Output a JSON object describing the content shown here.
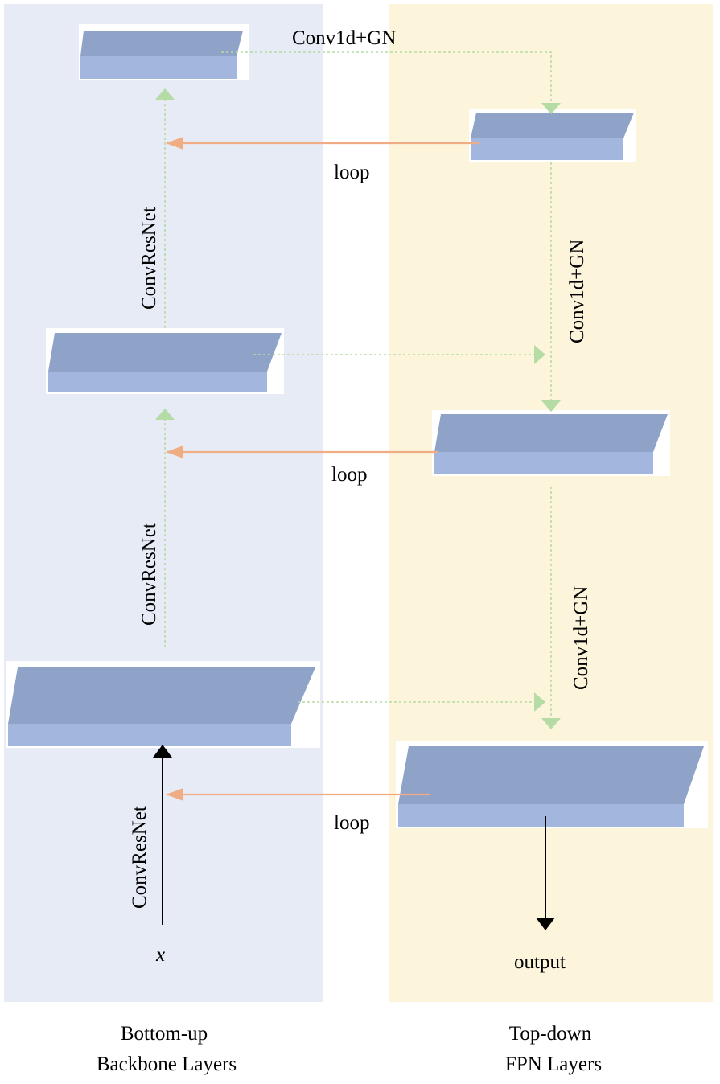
{
  "labels": {
    "conv_top": "Conv1d+GN",
    "conv_mid": "Conv1d+GN",
    "conv_low": "Conv1d+GN",
    "convresnet_1": "ConvResNet",
    "convresnet_2": "ConvResNet",
    "convresnet_3": "ConvResNet",
    "loop_1": "loop",
    "loop_2": "loop",
    "loop_3": "loop",
    "input": "x",
    "output": "output"
  },
  "captions": {
    "left_line1": "Bottom-up",
    "left_line2": "Backbone Layers",
    "right_line1": "Top-down",
    "right_line2": "FPN Layers"
  },
  "colors": {
    "left_panel": "#e6ebf6",
    "right_panel": "#fcf5dc",
    "block_top": "#8fa2c8",
    "block_front": "#a3b6dd",
    "green_arrow": "#b5dca4",
    "orange_arrow": "#f0ad84"
  }
}
